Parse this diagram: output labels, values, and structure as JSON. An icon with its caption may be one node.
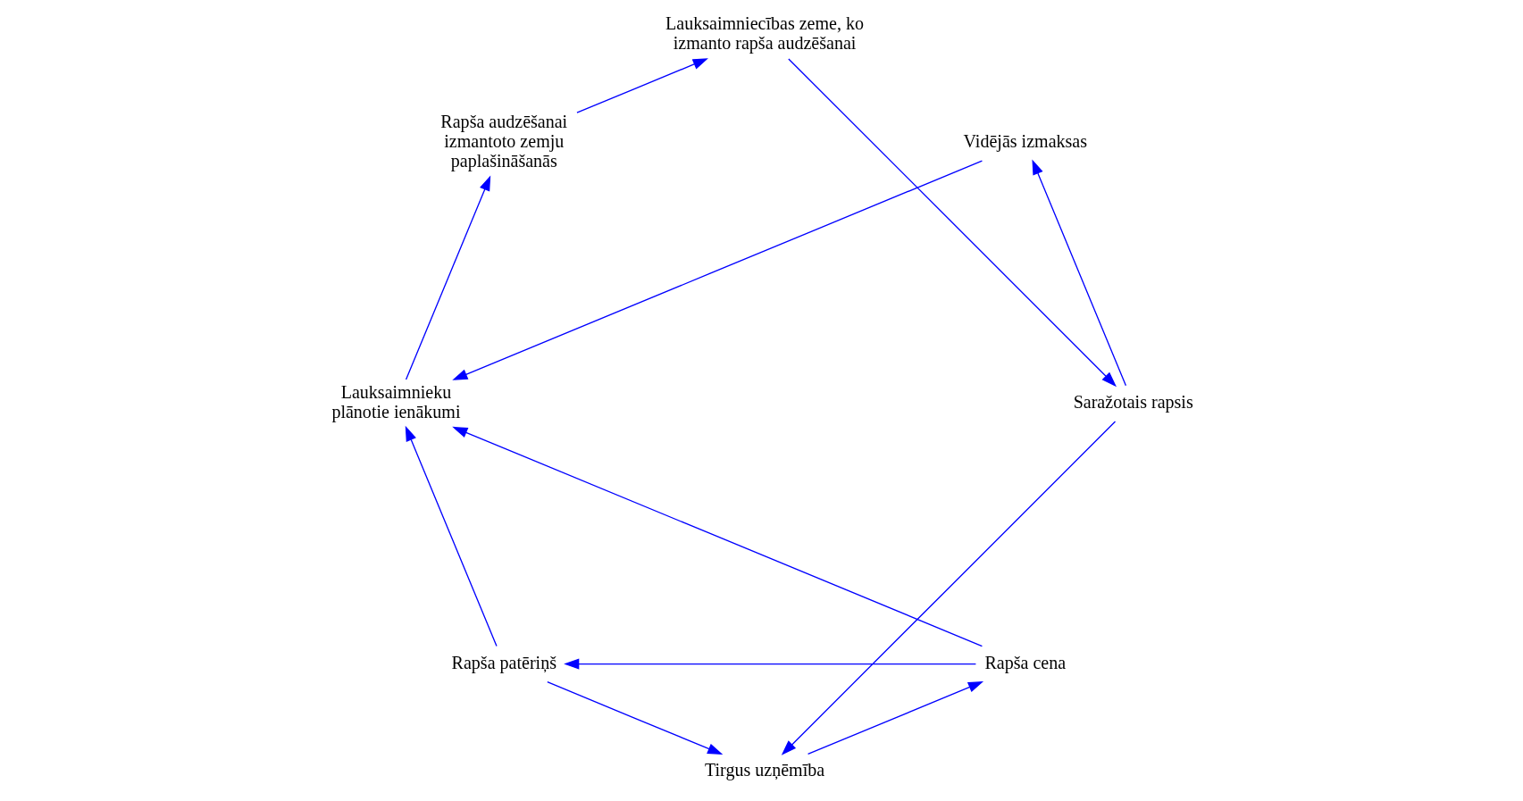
{
  "diagram": {
    "nodes": [
      {
        "text": [
          "Lauksaimnieku plānotie ienākumi"
        ]
      },
      {
        "text": [
          "Rapša audzēšanai izmantoto zemju paplašināšanās"
        ]
      },
      {
        "text": [
          "Lauksaimniecības zeme, ko izmanto rapša audzēšanai"
        ]
      },
      {
        "text": [
          "Saražotais rapsis"
        ]
      },
      {
        "text": [
          "Tirgus uzņēmība"
        ]
      },
      {
        "text": [
          "Rapša cena"
        ]
      },
      {
        "text": [
          "Rapša patēriņš"
        ]
      },
      {
        "text": [
          "Vidējās izmaksas"
        ]
      }
    ],
    "edges": [
      {
        "from": 0,
        "to": 1,
        "arrow": "to"
      },
      {
        "from": 1,
        "to": 2,
        "arrow": "to"
      },
      {
        "from": 2,
        "to": 3,
        "arrow": "to"
      },
      {
        "from": 3,
        "to": 7,
        "arrow": "to"
      },
      {
        "from": 7,
        "to": 0,
        "arrow": "to"
      },
      {
        "from": 3,
        "to": 4,
        "arrow": "to"
      },
      {
        "from": 4,
        "to": 5,
        "arrow": "to"
      },
      {
        "from": 5,
        "to": 6,
        "arrow": "to"
      },
      {
        "from": 5,
        "to": 0,
        "arrow": "to"
      },
      {
        "from": 6,
        "to": 0,
        "arrow": "to"
      },
      {
        "from": 6,
        "to": 4,
        "arrow": "to"
      }
    ]
  }
}
